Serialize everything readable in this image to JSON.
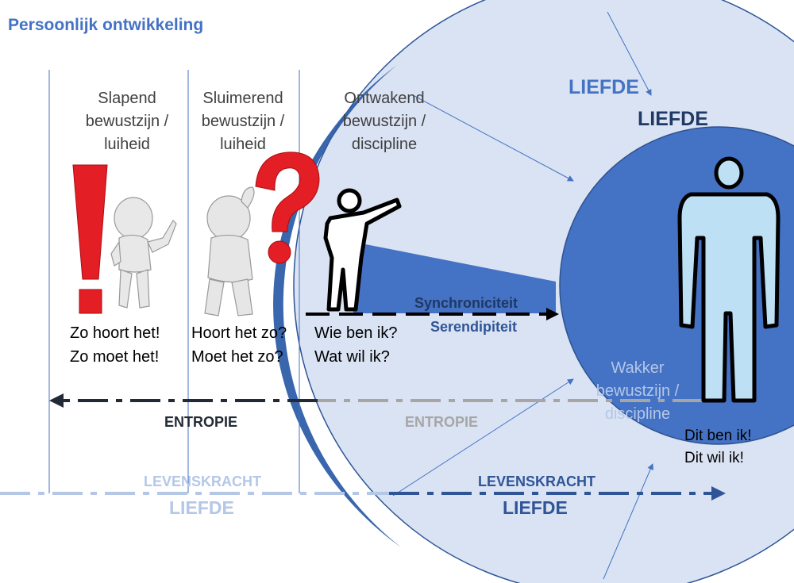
{
  "title": "Persoonlijk ontwikkeling",
  "stages": [
    {
      "lines": [
        "Slapend",
        "bewustzijn /",
        "luiheid"
      ]
    },
    {
      "lines": [
        "Sluimerend",
        "bewustzijn /",
        "luiheid"
      ]
    },
    {
      "lines": [
        "Ontwakend",
        "bewustzijn /",
        "discipline"
      ]
    },
    {
      "lines": [
        "Wakker",
        "bewustzijn /",
        "discipline"
      ]
    }
  ],
  "quotes": [
    {
      "lines": [
        "Zo hoort het!",
        "Zo moet het!"
      ]
    },
    {
      "lines": [
        "Hoort het zo?",
        "Moet het zo?"
      ]
    },
    {
      "lines": [
        "Wie ben ik?",
        "Wat wil ik?"
      ]
    },
    {
      "lines": [
        "Dit ben ik!",
        "Dit wil ik!"
      ]
    }
  ],
  "liefde_outer": "LIEFDE",
  "liefde_inner": "LIEFDE",
  "synchroniciteit": "Synchroniciteit",
  "serendipiteit": "Serendipiteit",
  "entropie_left": "ENTROPIE",
  "entropie_right": "ENTROPIE",
  "levenskracht_left": "LEVENSKRACHT",
  "liefde_left": "LIEFDE",
  "levenskracht_right": "LEVENSKRACHT",
  "liefde_right": "LIEFDE",
  "colors": {
    "title_blue": "#4472c4",
    "outer_circle": "#dae3f3",
    "inner_circle": "#4472c4",
    "navy": "#1f3864",
    "grey": "#a6a6a6",
    "red": "#e31e24",
    "person_light": "#bde0f5"
  },
  "icons": [
    "exclamation-icon",
    "question-icon",
    "thinking-person-icon",
    "pointing-person-icon",
    "pointing-up-person-icon",
    "standing-person-icon"
  ]
}
